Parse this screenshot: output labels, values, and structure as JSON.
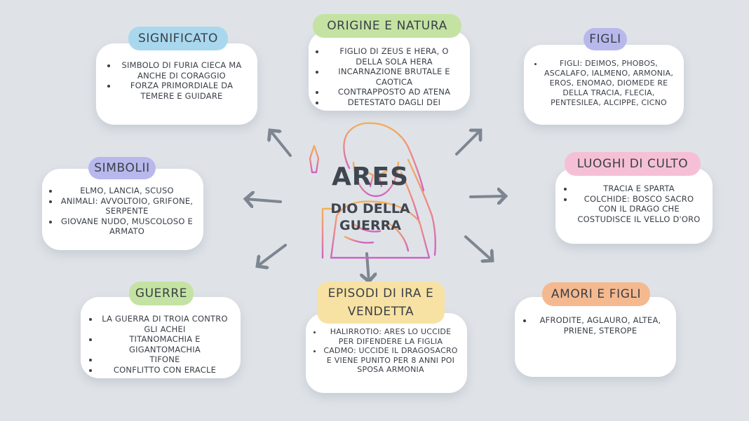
{
  "center": {
    "title": "ARES",
    "subtitle_line1": "DIO DELLA",
    "subtitle_line2": "GUERRA"
  },
  "nodes": {
    "significato": {
      "label": "SIGNIFICATO",
      "color": "#a9d8ee",
      "items": [
        "SIMBOLO DI FURIA CIECA MA ANCHE DI CORAGGIO",
        "FORZA PRIMORDIALE DA TEMERE E GUIDARE"
      ]
    },
    "origine": {
      "label": "ORIGINE E NATURA",
      "color": "#c4e3a3",
      "items": [
        "FIGLIO DI ZEUS E HERA, O DELLA SOLA HERA",
        "INCARNAZIONE BRUTALE E CAOTICA",
        "CONTRAPPOSTO AD ATENA",
        "DETESTATO DAGLI DEI"
      ]
    },
    "figli": {
      "label": "FIGLI",
      "color": "#b9b8ec",
      "items": [
        "FIGLI: DEIMOS, PHOBOS, ASCALAFO, IALMENO, ARMONIA, EROS, ENOMAO, DIOMEDE RE DELLA TRACIA, FLECIA, PENTESILEA, ALCIPPE, CICNO"
      ]
    },
    "simbolii": {
      "label": "SIMBOLII",
      "color": "#b9b8ec",
      "items": [
        "ELMO, LANCIA, SCUSO",
        "ANIMALI: AVVOLTOIO, GRIFONE, SERPENTE",
        "GIOVANE NUDO, MUSCOLOSO E ARMATO"
      ]
    },
    "luoghi": {
      "label": "LUOGHI DI CULTO",
      "color": "#f5c0d6",
      "items": [
        "TRACIA E SPARTA",
        "COLCHIDE: BOSCO SACRO CON IL DRAGO CHE COSTUDISCE IL VELLO D'ORO"
      ]
    },
    "guerre": {
      "label": "GUERRE",
      "color": "#c4e3a3",
      "items": [
        "LA GUERRA DI TROIA CONTRO GLI ACHEI",
        "TITANOMACHIA E GIGANTOMACHIA",
        "TIFONE",
        "CONFLITTO CON ERACLE"
      ]
    },
    "episodi": {
      "label_line1": "EPISODI DI IRA E",
      "label_line2": "VENDETTA",
      "color": "#f7e2a3",
      "items": [
        "HALIRROTIO: ARES LO UCCIDE PER DIFENDERE LA FIGLIA",
        "CADMO: UCCIDE IL DRAGOSACRO E VIENE PUNITO PER 8 ANNI POI SPOSA ARMONIA"
      ]
    },
    "amori": {
      "label": "AMORI E FIGLI",
      "color": "#f5b98f",
      "items": [
        "AFRODITE, AGLAURO, ALTEA, PRIENE, STEROPE"
      ]
    }
  },
  "colors": {
    "background": "#dfe3e8",
    "arrow": "#7d8691",
    "card": "#ffffff"
  },
  "icons": {
    "center": "ares-warrior-helmet-spear-icon"
  }
}
